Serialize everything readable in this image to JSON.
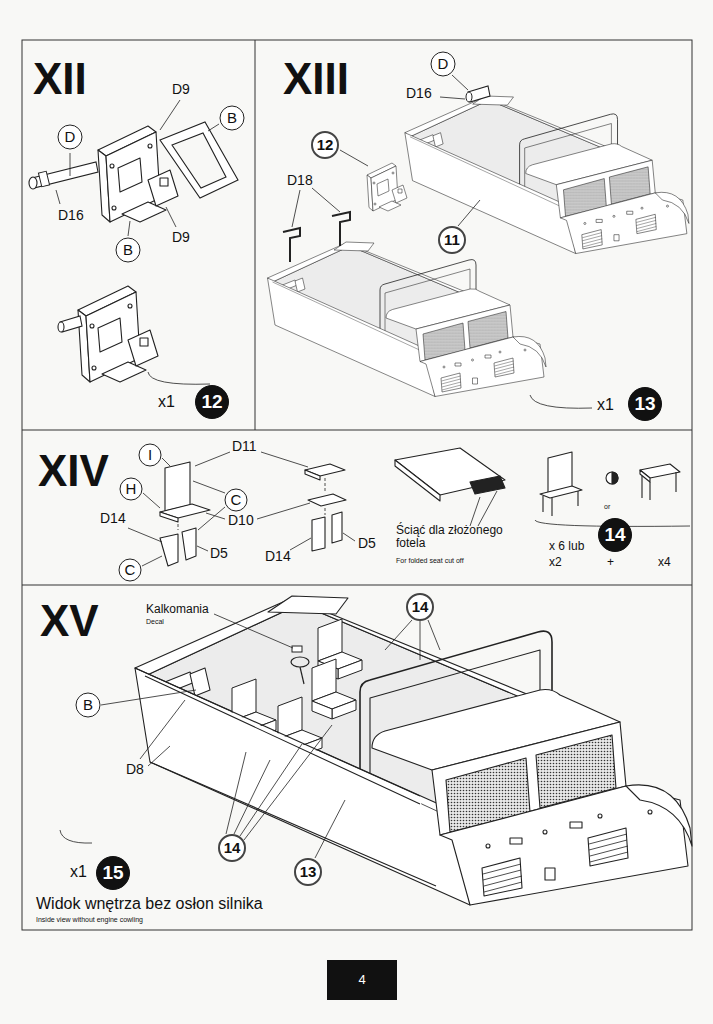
{
  "diagram": {
    "nodes": [
      {
        "text": [
          "D"
        ]
      },
      {
        "text": [
          "B"
        ]
      },
      {
        "text": [
          "B"
        ]
      },
      {
        "text": [
          "12"
        ]
      },
      {
        "text": [
          "D"
        ]
      },
      {
        "text": [
          "12"
        ]
      },
      {
        "text": [
          "11"
        ]
      },
      {
        "text": [
          "13"
        ]
      },
      {
        "text": [
          "I"
        ]
      },
      {
        "text": [
          "H"
        ]
      },
      {
        "text": [
          "C"
        ]
      },
      {
        "text": [
          "C"
        ]
      },
      {
        "text": [
          "14"
        ]
      },
      {
        "text": [
          "14"
        ]
      },
      {
        "text": [
          "B"
        ]
      },
      {
        "text": [
          "14"
        ]
      },
      {
        "text": [
          "13"
        ]
      },
      {
        "text": [
          "15"
        ]
      },
      {
        "text": [
          "4"
        ]
      }
    ],
    "labels": [
      "XII",
      "D9",
      "D16",
      "D9",
      "x1",
      "XIII",
      "D16",
      "D18",
      "x1",
      "XIV",
      "D11",
      "D10",
      "D14",
      "D5",
      "D14",
      "D5",
      "Ściąć dla złożonego fotela",
      "For folded seat cut off",
      "or",
      "x 6 lub",
      "x2",
      "+",
      "x4",
      "XV",
      "Kalkomania",
      "Decal",
      "D8",
      "x1",
      "Widok wnętrza bez osłon silnika",
      "Inside view without engine cowling"
    ]
  }
}
